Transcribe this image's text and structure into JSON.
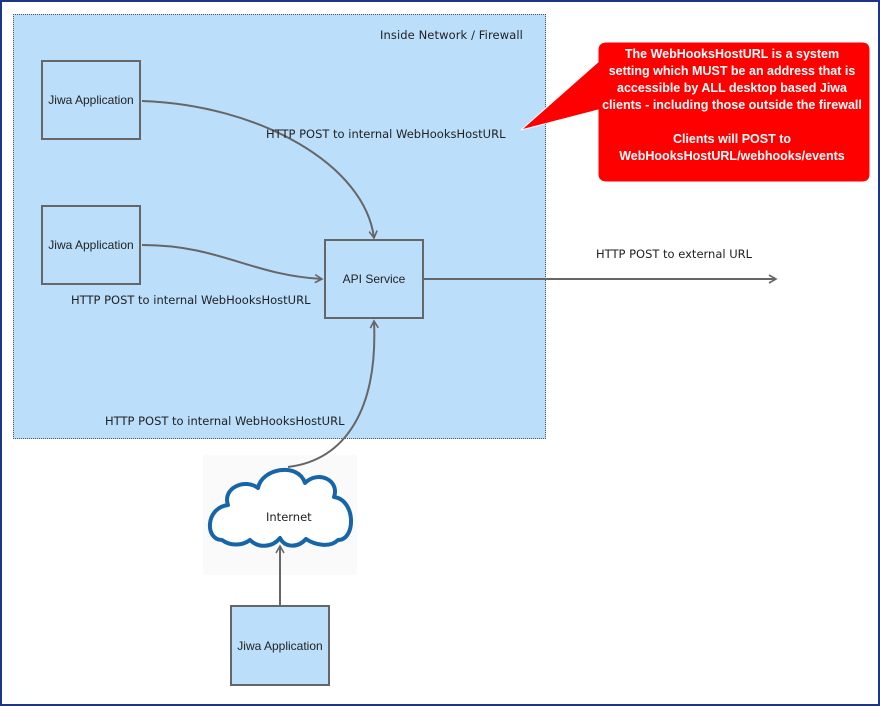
{
  "diagram": {
    "region": {
      "label": "Inside Network / Firewall",
      "fill": "#bbdefb"
    },
    "nodes": {
      "app1": {
        "label": "Jiwa Application"
      },
      "app2": {
        "label": "Jiwa Application"
      },
      "api": {
        "label": "API Service"
      },
      "app3": {
        "label": "Jiwa Application"
      },
      "internet": {
        "label": "Internet"
      }
    },
    "edges": {
      "app1_to_api": "HTTP POST to internal WebHooksHostURL",
      "app2_to_api": "HTTP POST to internal WebHooksHostURL",
      "internet_to_api": "HTTP POST to internal WebHooksHostURL",
      "api_to_external": "HTTP POST to external URL"
    },
    "callout": {
      "color": "#ff0000",
      "line1": "The WebHooksHostURL is a system",
      "line2": "setting which MUST be an address that is",
      "line3": "accessible by ALL desktop based Jiwa",
      "line4": "clients - including those outside the firewall",
      "line5": "Clients will POST to",
      "line6": "WebHooksHostURL/webhooks/events"
    },
    "colors": {
      "frame": "#1c3587",
      "edge": "#666666",
      "cloud": "#1565a8"
    }
  }
}
